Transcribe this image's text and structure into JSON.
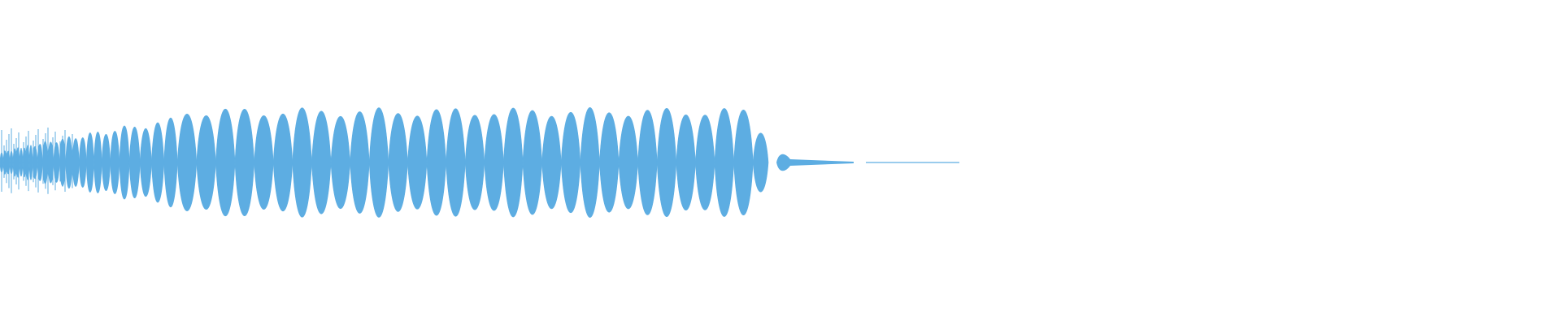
{
  "waveform": {
    "color": "#5dade2",
    "background": "#ffffff",
    "normalized_amplitude_max": 1.0,
    "lobe_count": 38,
    "segments": [
      {
        "name": "attack",
        "start_fraction": 0.0,
        "end_fraction": 0.145,
        "envelope": "rising-noisy"
      },
      {
        "name": "sustain",
        "start_fraction": 0.145,
        "end_fraction": 0.96,
        "envelope": "full"
      },
      {
        "name": "release",
        "start_fraction": 0.96,
        "end_fraction": 1.0,
        "envelope": "decaying"
      }
    ],
    "tail": [
      {
        "name": "residual-1",
        "level": 0.02
      },
      {
        "name": "residual-2",
        "level": 0.008
      }
    ]
  }
}
